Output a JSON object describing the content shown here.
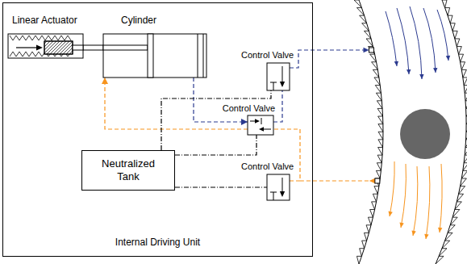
{
  "diagram": {
    "nodes": [
      {
        "text": [
          "Internal Driving Unit"
        ]
      },
      {
        "text": [
          "Linear Actuator"
        ],
        "in": 0
      },
      {
        "text": [
          "Cylinder"
        ],
        "in": 0
      },
      {
        "text": [
          "Control Valve"
        ],
        "in": 0
      },
      {
        "text": [
          "Control Valve"
        ],
        "in": 0
      },
      {
        "text": [
          "Neutralized Tank"
        ],
        "in": 0
      },
      {
        "text": [
          "Control Valve"
        ],
        "in": 0
      }
    ],
    "edges": [
      {
        "from": 1,
        "to": 2,
        "arrow": "none"
      },
      {
        "from": 2,
        "to": 4,
        "arrow": "to"
      },
      {
        "from": 4,
        "to": 3,
        "arrow": "none"
      },
      {
        "from": 6,
        "to": 4,
        "arrow": "none"
      },
      {
        "from": 4,
        "to": 2,
        "arrow": "to"
      },
      {
        "from": 5,
        "to": 3,
        "arrow": "none"
      },
      {
        "from": 5,
        "to": 4,
        "arrow": "none"
      },
      {
        "from": 5,
        "to": 6,
        "arrow": "none"
      }
    ]
  }
}
